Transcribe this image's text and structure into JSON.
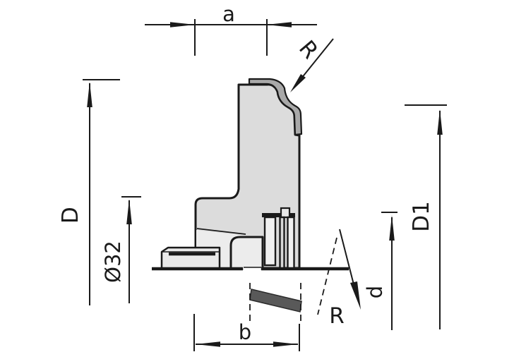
{
  "drawing": {
    "labels": {
      "a": "a",
      "r_top": "R",
      "D": "D",
      "bore": "Ø32",
      "D1": "D1",
      "d": "d",
      "b": "b",
      "r_bottom": "R"
    },
    "colors": {
      "line": "#1a1a1a",
      "body": "#dcdcdc",
      "body_light": "#ececec",
      "knife": "#a9a9a9",
      "block": "#e9e9e9",
      "plate_light": "#f0f0f0",
      "plate_mid": "#d8d8d8",
      "insert": "#595959",
      "background": "#ffffff"
    }
  }
}
